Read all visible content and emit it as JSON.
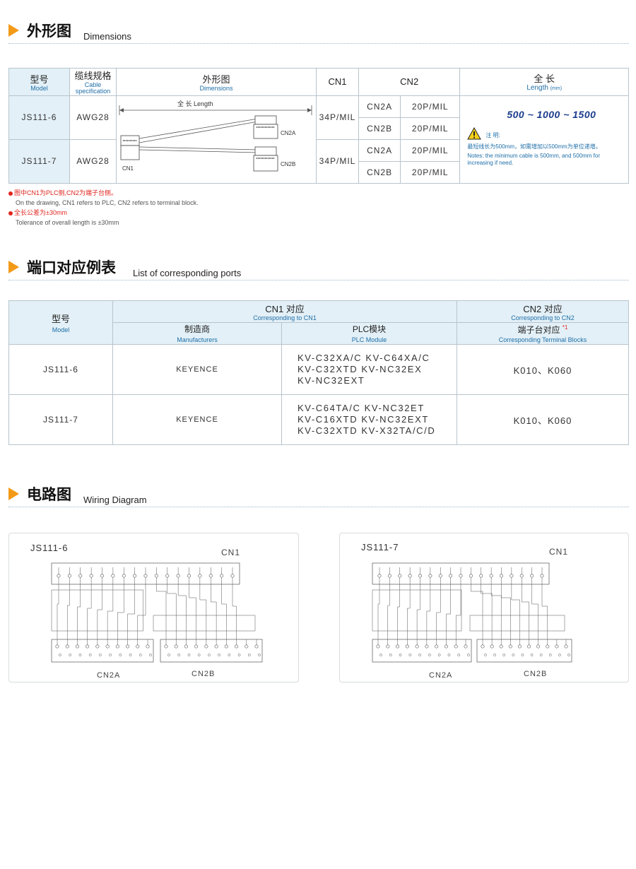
{
  "sections": {
    "dimensions": {
      "cn": "外形图",
      "en": "Dimensions"
    },
    "ports": {
      "cn": "端口对应例表",
      "en": "List of corresponding ports"
    },
    "wiring": {
      "cn": "电路图",
      "en": "Wiring Diagram"
    }
  },
  "dim_table": {
    "headers": {
      "model_cn": "型号",
      "model_en": "Model",
      "cable_cn": "缆线规格",
      "cable_en1": "Cable",
      "cable_en2": "specification",
      "dim_cn": "外形图",
      "dim_en": "Dimensions",
      "cn1": "CN1",
      "cn2": "CN2",
      "length_cn": "全 长",
      "length_en": "Length",
      "length_unit": "(mm)"
    },
    "rows": [
      {
        "model": "JS111-6",
        "cable": "AWG28",
        "cn1": "34P/MIL",
        "cn2a": "CN2A",
        "cn2a_spec": "20P/MIL",
        "cn2b": "CN2B",
        "cn2b_spec": "20P/MIL"
      },
      {
        "model": "JS111-7",
        "cable": "AWG28",
        "cn1": "34P/MIL",
        "cn2a": "CN2A",
        "cn2a_spec": "20P/MIL",
        "cn2b": "CN2B",
        "cn2b_spec": "20P/MIL"
      }
    ],
    "drawing": {
      "length_label": "全 长  Length",
      "cn1": "CN1",
      "cn2a": "CN2A",
      "cn2b": "CN2B"
    },
    "length": {
      "values": "500 ~ 1000 ~ 1500",
      "note_title": "注 明:",
      "note_cn": "最短线长为500mm，如需增加以500mm为单位递增。",
      "note_en1": "Notes: the minimum cable is 500mm, and 500mm for",
      "note_en2": "increasing if need."
    }
  },
  "notes": {
    "n1_cn": "图中CN1为PLC侧,CN2为端子台侧。",
    "n1_en": "On the drawing, CN1 refers to PLC, CN2 refers to terminal block.",
    "n2_cn": "全长公差为±30mm",
    "n2_en": "Tolerance of overall length is ±30mm"
  },
  "port_table": {
    "headers": {
      "model_cn": "型号",
      "model_en": "Model",
      "cn1_cn": "CN1 对应",
      "cn1_en": "Corresponding to CN1",
      "cn2_cn": "CN2 对应",
      "cn2_en": "Corresponding to CN2",
      "mfr_cn": "制造商",
      "mfr_en": "Manufacturers",
      "plc_cn": "PLC模块",
      "plc_en": "PLC Module",
      "term_cn": "端子台对应",
      "term_mark": "*1",
      "term_en": "Corresponding Terminal Blocks"
    },
    "rows": [
      {
        "model": "JS111-6",
        "mfr": "KEYENCE",
        "plc1": "KV-C32XA/C KV-C64XA/C",
        "plc2": "KV-C32XTD KV-NC32EX",
        "plc3": "KV-NC32EXT",
        "term": "K010、K060"
      },
      {
        "model": "JS111-7",
        "mfr": "KEYENCE",
        "plc1": "KV-C64TA/C KV-NC32ET",
        "plc2": "KV-C16XTD KV-NC32EXT",
        "plc3": "KV-C32XTD KV-X32TA/C/D",
        "term": "K010、K060"
      }
    ]
  },
  "wiring": [
    {
      "model": "JS111-6",
      "cn1": "CN1",
      "cn2a": "CN2A",
      "cn2b": "CN2B"
    },
    {
      "model": "JS111-7",
      "cn1": "CN1",
      "cn2a": "CN2A",
      "cn2b": "CN2B"
    }
  ]
}
